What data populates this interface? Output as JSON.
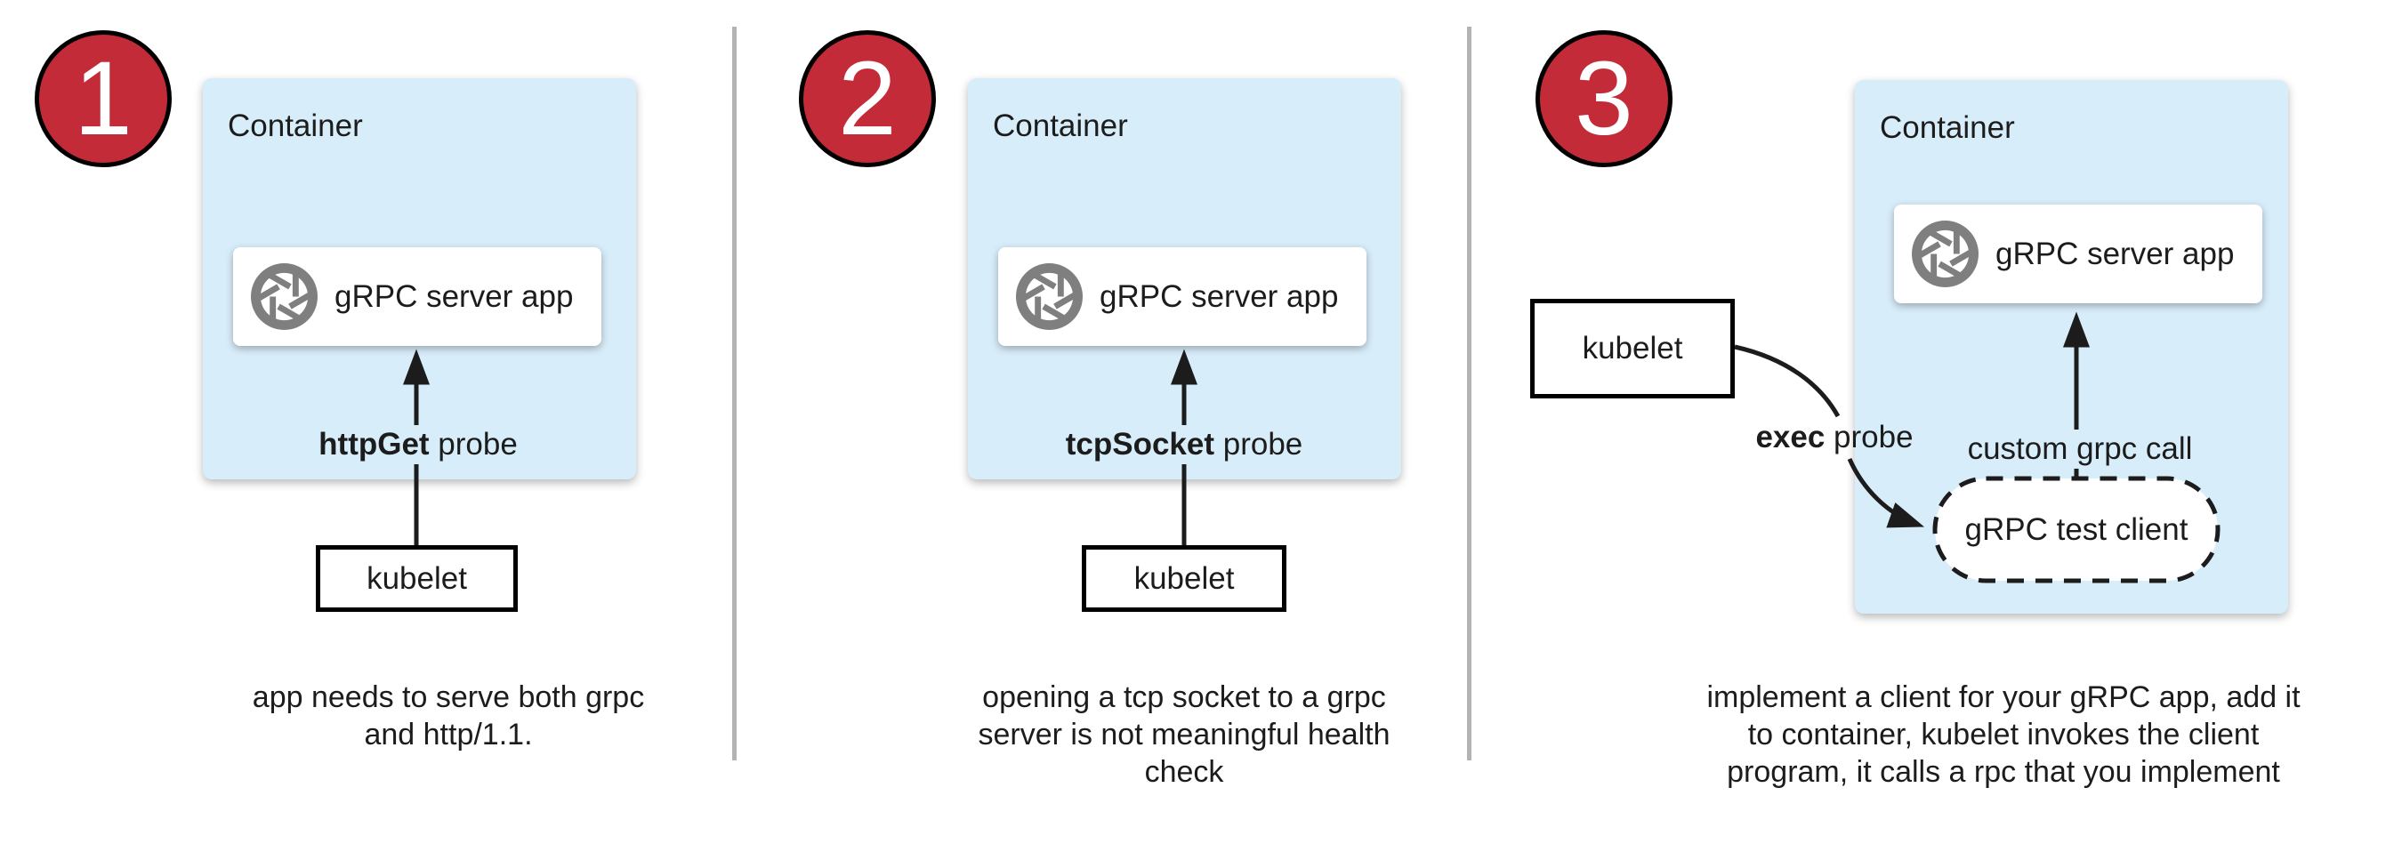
{
  "colors": {
    "container_blue": "#d8edfa",
    "badge_red": "#c42b39",
    "icon_gray": "#7f7f7f",
    "text_ink": "#1c1c1c",
    "divider_gray": "#b3b3b3"
  },
  "panels": [
    {
      "number": "1",
      "container_label": "Container",
      "app_box_label": "gRPC server app",
      "probe_bold": "httpGet",
      "probe_rest": " probe",
      "kubelet_label": "kubelet",
      "caption_lines": [
        "app needs to serve both grpc",
        "and http/1.1."
      ]
    },
    {
      "number": "2",
      "container_label": "Container",
      "app_box_label": "gRPC server app",
      "probe_bold": "tcpSocket",
      "probe_rest": " probe",
      "kubelet_label": "kubelet",
      "caption_lines": [
        "opening a tcp socket to a grpc",
        "server is not meaningful health",
        "check"
      ]
    },
    {
      "number": "3",
      "container_label": "Container",
      "app_box_label": "gRPC server app",
      "probe_bold": "exec",
      "probe_rest": " probe",
      "kubelet_label": "kubelet",
      "custom_call_label": "custom grpc call",
      "test_client_label": "gRPC test client",
      "caption_lines": [
        "implement a client for your gRPC app, add it",
        "to container, kubelet invokes the client",
        "program, it calls a rpc that you implement"
      ]
    }
  ]
}
